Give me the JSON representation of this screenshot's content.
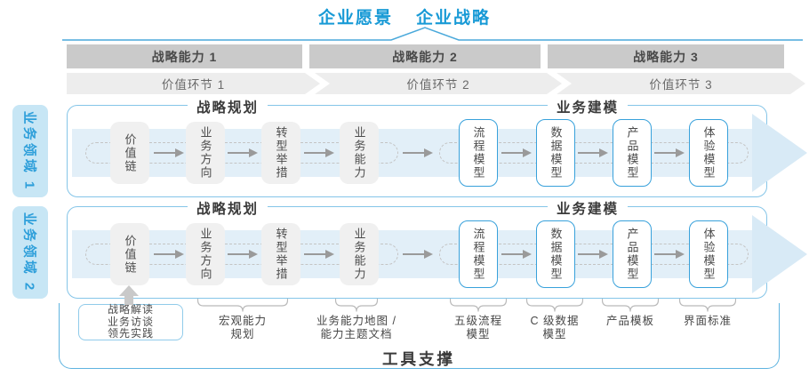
{
  "header": {
    "vision": "企业愿景",
    "strategy": "企业战略"
  },
  "strategic_capabilities": [
    "战略能力 1",
    "战略能力 2",
    "战略能力 3"
  ],
  "value_links": [
    "价值环节 1",
    "价值环节 2",
    "价值环节 3"
  ],
  "domains": [
    {
      "label": "业务领域 1",
      "planning_header": "战略规划",
      "modeling_header": "业务建模",
      "strategy_stages": [
        "价值链",
        "业务方向",
        "转型举措",
        "业务能力"
      ],
      "modeling_stages": [
        "流程模型",
        "数据模型",
        "产品模型",
        "体验模型"
      ]
    },
    {
      "label": "业务领域 2",
      "planning_header": "战略规划",
      "modeling_header": "业务建模",
      "strategy_stages": [
        "价值链",
        "业务方向",
        "转型举措",
        "业务能力"
      ],
      "modeling_stages": [
        "流程模型",
        "数据模型",
        "产品模型",
        "体验模型"
      ]
    }
  ],
  "annotations": {
    "practice_box": {
      "lines": [
        "战略解读",
        "业务访谈",
        "领先实践"
      ]
    },
    "items": [
      {
        "lines": [
          "宏观能力",
          "规划"
        ]
      },
      {
        "lines": [
          "业务能力地图 /",
          "能力主题文档"
        ]
      },
      {
        "lines": [
          "五级流程",
          "模型"
        ]
      },
      {
        "lines": [
          "C 级数据",
          "模型"
        ]
      },
      {
        "lines": [
          "产品模板",
          ""
        ]
      },
      {
        "lines": [
          "界面标准",
          ""
        ]
      }
    ]
  },
  "footer": {
    "label": "工具支撑"
  },
  "colors": {
    "accent_blue": "#189ad6",
    "line_blue": "#4aa9db",
    "band_blue": "#e2eff8",
    "arrow_head_blue": "#d8eaf6",
    "domain_fill": "#c7e6f5",
    "domain_text": "#2e9fda",
    "capability_bar_gray": "#cacaca",
    "chevron_gray": "#ededed",
    "stage_box_gray": "#f0f0f0",
    "model_box_border": "#38a1db",
    "text_dark": "#3a3a3a"
  }
}
